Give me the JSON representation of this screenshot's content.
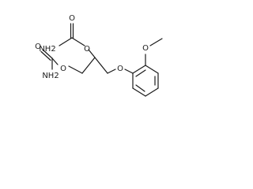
{
  "molecule": {
    "atoms": {
      "top_carbonyl_oxygen": "O",
      "top_amide_nitrogen": "NH2",
      "top_ester_oxygen": "O",
      "bottom_carbonyl_oxygen": "O",
      "bottom_ester_oxygen": "O",
      "bottom_amide_nitrogen": "NH2",
      "ether_oxygen": "O",
      "methoxy_oxygen": "O"
    }
  }
}
